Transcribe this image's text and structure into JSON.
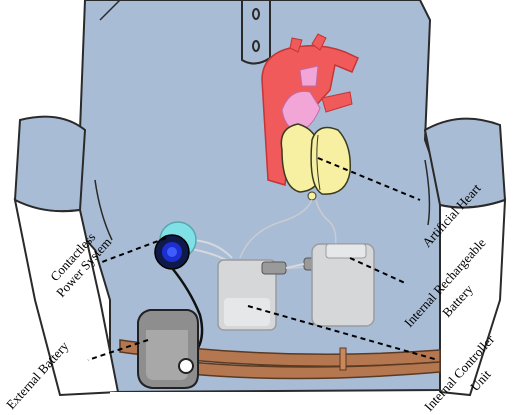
{
  "labels": {
    "artificial_heart": "Artificial Heart",
    "internal_rechargeable_battery_line1": "Internal Rechargeable",
    "internal_rechargeable_battery_line2": "Battery",
    "contactless_power_system_line1": "Contactless",
    "contactless_power_system_line2": "Power System",
    "external_battery": "External Battery",
    "internal_controller_unit_line1": "Internal Controller",
    "internal_controller_unit_line2": "Unit"
  },
  "colors": {
    "shirt": "#a9bcd6",
    "shirt_outline": "#2a2a2a",
    "aorta": "#f05a5a",
    "pulmonary": "#f2a6d8",
    "heart_device": "#f7f0a2",
    "belt": "#b5774f",
    "controller": "#d6d7d8",
    "coil_outer": "#7fe0e6",
    "coil_inner": "#1d2fd0",
    "battery_housing": "#8e8e8e",
    "skin_bg": "#ffffff"
  }
}
